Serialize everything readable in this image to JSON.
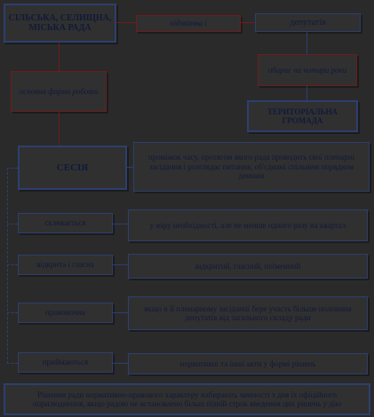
{
  "top": {
    "council": "СІЛЬСЬКА, СЕЛИЩНА, МІСЬКА РАДА",
    "accountable": "підзвітна і",
    "deputies": "депутатів",
    "elects": "обирає на чотири роки",
    "community": "ТЕРИТОРІАЛЬНА ГРОМАДА",
    "basic_form": "основна форма роботи"
  },
  "session": {
    "title": "СЕСІЯ",
    "description": "проміжок часу, протягом якого рада проводить свої пленарні засідання і розглядає питання, об'єднані спільним порядком денним"
  },
  "rows": [
    {
      "label": "скликається",
      "text": "у міру необхідності, але не менше одного разу на квартал"
    },
    {
      "label": "відкрита і гласна",
      "text": "відкритий, гласний, поіменний"
    },
    {
      "label": "правомочна",
      "text": "якщо в її пленарному засіданні бере участь більше половини депутатів від загального складу ради"
    },
    {
      "label": "приймаються",
      "text": "нормативні та інші акти у формі рішень"
    }
  ],
  "footer": "Рішення ради нормативно-правового характеру набирають чинності з дня їх офіційного оприлюднення, якщо радою не встановлено більш пізній строк введення цих рішень у дію"
}
